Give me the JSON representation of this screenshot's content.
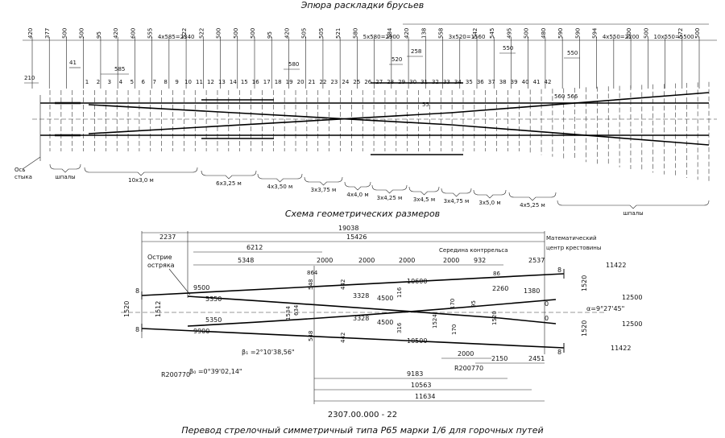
{
  "layout_title": "Эпюра раскладки брусьев",
  "scheme_title": "Схема геометрических размеров",
  "drawing_number": "2307.00.000 - 22",
  "caption": "Перевод стрелочный симметричный типа Р65 марки 1/6 для горочных путей",
  "top_dims": {
    "row_values": [
      "420",
      "377",
      "500",
      "500",
      "95",
      "420",
      "600",
      "555",
      "4x585=2340",
      "522",
      "522",
      "500",
      "500",
      "500",
      "95",
      "420",
      "505",
      "505",
      "521",
      "580",
      "5x580=2900",
      "584",
      "420",
      "138",
      "558",
      "3x520=1560",
      "542",
      "545",
      "495",
      "500",
      "480",
      "590",
      "590",
      "594",
      "4x550=2200",
      "500",
      "500",
      "10x550=5500",
      "572",
      "500"
    ],
    "d210": "210",
    "d41": "41",
    "d585": "585",
    "d580": "580",
    "d520": "520",
    "d258": "258",
    "d550": "550",
    "d560": "560",
    "d566": "566",
    "d55": "55",
    "d550b": "550"
  },
  "sleeper_numbers": [
    "1",
    "2",
    "3",
    "4",
    "5",
    "6",
    "7",
    "8",
    "9",
    "10",
    "11",
    "12",
    "13",
    "14",
    "15",
    "16",
    "17",
    "18",
    "19",
    "20",
    "21",
    "22",
    "23",
    "24",
    "25",
    "26",
    "27",
    "28",
    "29",
    "30",
    "31",
    "32",
    "33",
    "34",
    "35",
    "36",
    "37",
    "38",
    "39",
    "40",
    "41",
    "42"
  ],
  "joint_axis_label": [
    "Ось",
    "стыка"
  ],
  "bottom_labels": [
    "шпалы",
    "10x3,0 м",
    "6x3,25 м",
    "4x3,50 м",
    "3x3,75 м",
    "4x4,0 м",
    "3x4,25 м",
    "3x4,5 м",
    "3x4,75 м",
    "3x5,0 м",
    "4x5,25 м",
    "шпалы"
  ],
  "scheme": {
    "overall": "19038",
    "d2237": "2237",
    "d15426": "15426",
    "d6212": "6212",
    "d5348": "5348",
    "d2000a": "2000",
    "d2000b": "2000",
    "d2000c": "2000",
    "d2000d": "2000",
    "d932": "932",
    "d2537": "2537",
    "d864": "864",
    "d86": "86",
    "d9500": "9500",
    "d9900": "9900",
    "d10600": "10600",
    "d10500": "10500",
    "d5350a": "5350",
    "d5350b": "5350",
    "d3328a": "3328",
    "d3328b": "3328",
    "d4500a": "4500",
    "d4500b": "4500",
    "d2260": "2260",
    "d1380": "1380",
    "d11422a": "11422",
    "d11422b": "11422",
    "d12500a": "12500",
    "d12500b": "12500",
    "d1520a": "1520",
    "d1520b": "1520",
    "d1520c": "1520",
    "d1512": "1512",
    "d1534": "1534",
    "d634": "634",
    "d548a": "548",
    "d548b": "548",
    "d442a": "442",
    "d442b": "442",
    "d116": "116",
    "d316": "316",
    "d1524": "1524",
    "d170a": "170",
    "d170b": "170",
    "d95": "95",
    "d1520d": "1520",
    "d2000e": "2000",
    "d2150": "2150",
    "d2451": "2451",
    "d9183": "9183",
    "d10563": "10563",
    "d11634": "11634",
    "r200770a": "R200770",
    "r200770b": "R200770",
    "beta1": "β₁ =2°10'38,56\"",
    "beta0": "β₀ =0°39'02,14\"",
    "alpha": "α=9°27'45\"",
    "tip_label": [
      "Острие",
      "остряка"
    ],
    "middle_label": "Середина контррельса",
    "math_center": [
      "Математический",
      "центр крестовины"
    ],
    "eight1": "8",
    "eight2": "8",
    "eight3": "8",
    "eight4": "8",
    "zero1": "0",
    "zero2": "0"
  }
}
